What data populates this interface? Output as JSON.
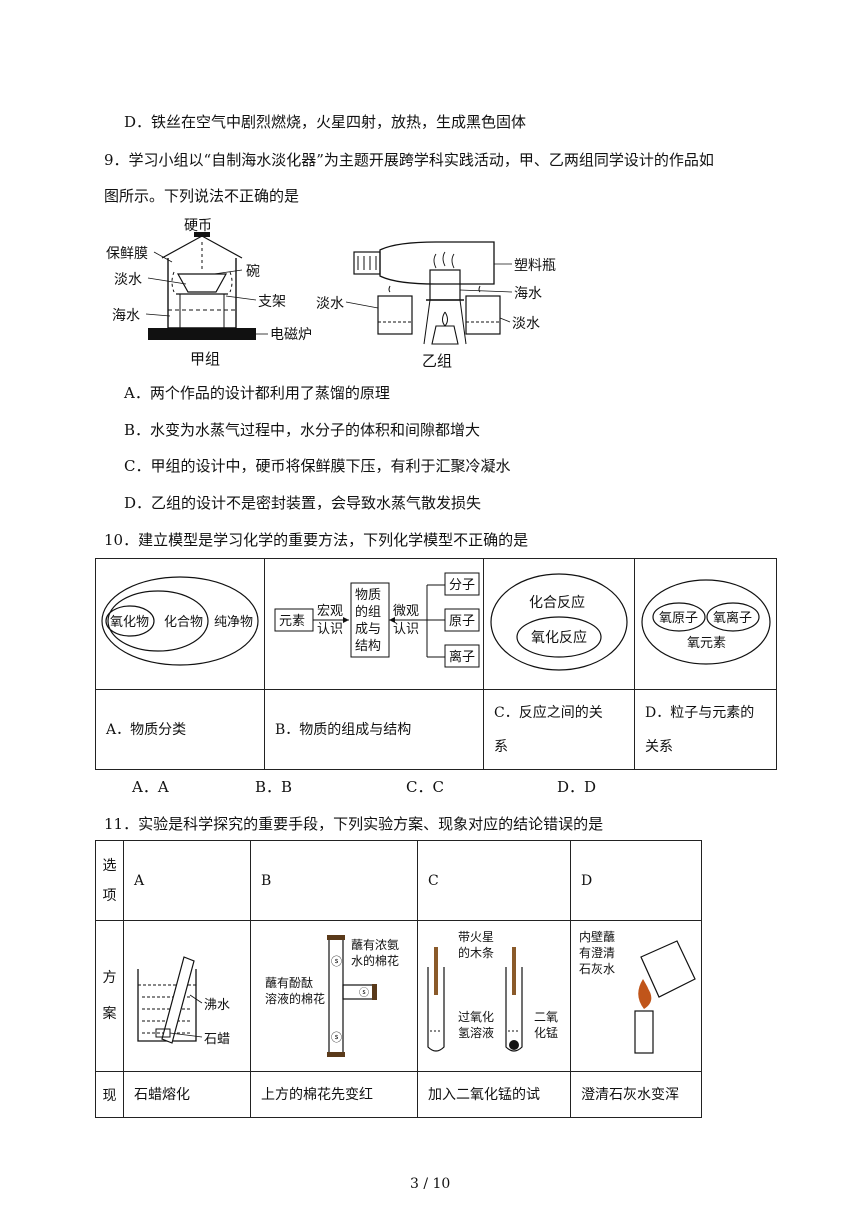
{
  "q8": {
    "option_d": "D．铁丝在空气中剧烈燃烧，火星四射，放热，生成黑色固体"
  },
  "q9": {
    "stem_line1": "9．学习小组以“自制海水淡化器”为主题开展跨学科实践活动，甲、乙两组同学设计的作品如",
    "stem_line2": "图所示。下列说法不正确的是",
    "figure_jia": {
      "coin": "硬币",
      "film": "保鲜膜",
      "fresh_water": "淡水",
      "bowl": "碗",
      "stand": "支架",
      "seawater": "海水",
      "cooker": "电磁炉",
      "caption": "甲组"
    },
    "figure_yi": {
      "bottle": "塑料瓶",
      "seawater": "海水",
      "fresh_water_left": "淡水",
      "fresh_water_right": "淡水",
      "caption": "乙组"
    },
    "options": [
      "A．两个作品的设计都利用了蒸馏的原理",
      "B．水变为水蒸气过程中，水分子的体积和间隙都增大",
      "C．甲组的设计中，硬币将保鲜膜下压，有利于汇聚冷凝水",
      "D．乙组的设计不是密封装置，会导致水蒸气散发损失"
    ]
  },
  "q10": {
    "stem": "10．建立模型是学习化学的重要方法，下列化学模型不正确的是",
    "model_a": {
      "inner": "氧化物",
      "middle": "化合物",
      "outer": "纯净物"
    },
    "model_b": {
      "element": "元素",
      "macro_1": "宏观",
      "macro_2": "认识",
      "center_1": "物质",
      "center_2": "的组",
      "center_3": "成与",
      "center_4": "结构",
      "micro_1": "微观",
      "micro_2": "认识",
      "molecule": "分子",
      "atom": "原子",
      "ion": "离子"
    },
    "model_c": {
      "outer": "化合反应",
      "inner": "氧化反应"
    },
    "model_d": {
      "atom": "氧原子",
      "ion": "氧离子",
      "element": "氧元素"
    },
    "captions": {
      "a": "A．物质分类",
      "b": "B．物质的组成与结构",
      "c_line1": "C．反应之间的关",
      "c_line2": "系",
      "d_line1": "D．粒子与元素的",
      "d_line2": "关系"
    },
    "choices": [
      "A．A",
      "B．B",
      "C．C",
      "D．D"
    ]
  },
  "q11": {
    "stem": "11．实验是科学探究的重要手段，下列实验方案、现象对应的结论错误的是",
    "header": {
      "col0_1": "选",
      "col0_2": "项",
      "a": "A",
      "b": "B",
      "c": "C",
      "d": "D"
    },
    "row_plan": {
      "label_1": "方",
      "label_2": "案"
    },
    "fig_a": {
      "boiling_water": "沸水",
      "paraffin": "石蜡"
    },
    "fig_b": {
      "ammonia_1": "蘸有浓氨",
      "ammonia_2": "水的棉花",
      "phenol_1": "蘸有酚酞",
      "phenol_2": "溶液的棉花"
    },
    "fig_c": {
      "splint_1": "带火星",
      "splint_2": "的木条",
      "peroxide_1": "过氧化",
      "peroxide_2": "氢溶液",
      "mno2_1": "二氧",
      "mno2_2": "化锰"
    },
    "fig_d": {
      "lime_1": "内壁蘸",
      "lime_2": "有澄清",
      "lime_3": "石灰水"
    },
    "row_phenomenon": {
      "label": "现",
      "a": "石蜡熔化",
      "b": "上方的棉花先变红",
      "c": "加入二氧化锰的试",
      "d": "澄清石灰水变浑"
    }
  },
  "footer": {
    "page": "3 / 10"
  }
}
